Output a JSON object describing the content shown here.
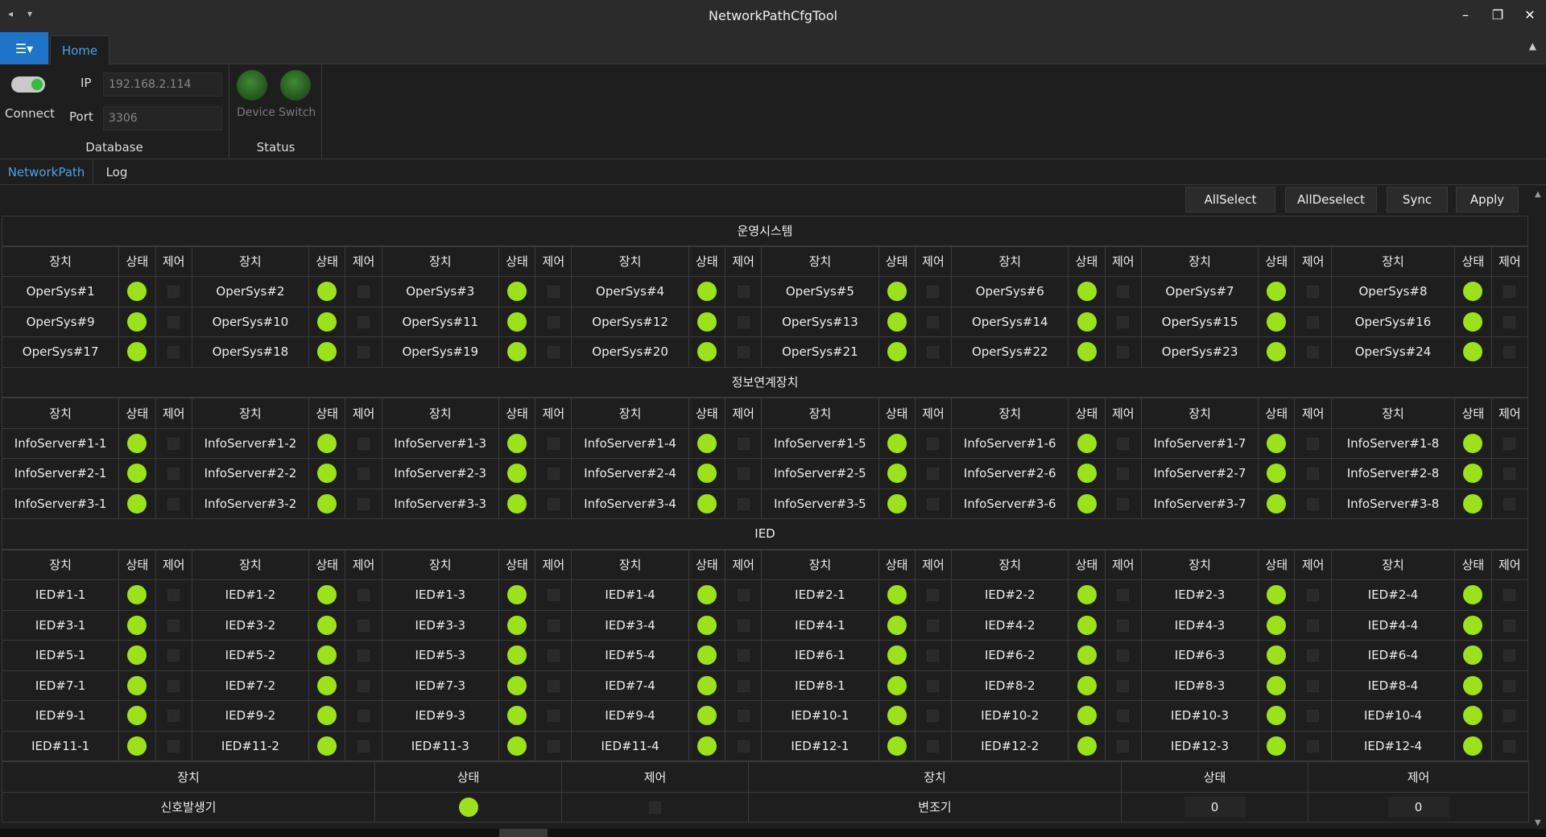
{
  "window": {
    "title": "NetworkPathCfgTool"
  },
  "ribbon": {
    "tab_home": "Home",
    "database": {
      "group_label": "Database",
      "connect_label": "Connect",
      "ip_label": "IP",
      "ip_value": "192.168.2.114",
      "port_label": "Port",
      "port_value": "3306"
    },
    "status": {
      "group_label": "Status",
      "device_label": "Device",
      "switch_label": "Switch"
    }
  },
  "content_tabs": {
    "network_path": "NetworkPath",
    "log": "Log"
  },
  "actions": {
    "all_select": "AllSelect",
    "all_deselect": "AllDeselect",
    "sync": "Sync",
    "apply": "Apply"
  },
  "headers": {
    "device": "장치",
    "status": "상태",
    "control": "제어"
  },
  "sections": [
    {
      "title": "운영시스템",
      "rows": [
        [
          "OperSys#1",
          "OperSys#2",
          "OperSys#3",
          "OperSys#4",
          "OperSys#5",
          "OperSys#6",
          "OperSys#7",
          "OperSys#8"
        ],
        [
          "OperSys#9",
          "OperSys#10",
          "OperSys#11",
          "OperSys#12",
          "OperSys#13",
          "OperSys#14",
          "OperSys#15",
          "OperSys#16"
        ],
        [
          "OperSys#17",
          "OperSys#18",
          "OperSys#19",
          "OperSys#20",
          "OperSys#21",
          "OperSys#22",
          "OperSys#23",
          "OperSys#24"
        ]
      ]
    },
    {
      "title": "정보연계장치",
      "rows": [
        [
          "InfoServer#1-1",
          "InfoServer#1-2",
          "InfoServer#1-3",
          "InfoServer#1-4",
          "InfoServer#1-5",
          "InfoServer#1-6",
          "InfoServer#1-7",
          "InfoServer#1-8"
        ],
        [
          "InfoServer#2-1",
          "InfoServer#2-2",
          "InfoServer#2-3",
          "InfoServer#2-4",
          "InfoServer#2-5",
          "InfoServer#2-6",
          "InfoServer#2-7",
          "InfoServer#2-8"
        ],
        [
          "InfoServer#3-1",
          "InfoServer#3-2",
          "InfoServer#3-3",
          "InfoServer#3-4",
          "InfoServer#3-5",
          "InfoServer#3-6",
          "InfoServer#3-7",
          "InfoServer#3-8"
        ]
      ]
    },
    {
      "title": "IED",
      "rows": [
        [
          "IED#1-1",
          "IED#1-2",
          "IED#1-3",
          "IED#1-4",
          "IED#2-1",
          "IED#2-2",
          "IED#2-3",
          "IED#2-4"
        ],
        [
          "IED#3-1",
          "IED#3-2",
          "IED#3-3",
          "IED#3-4",
          "IED#4-1",
          "IED#4-2",
          "IED#4-3",
          "IED#4-4"
        ],
        [
          "IED#5-1",
          "IED#5-2",
          "IED#5-3",
          "IED#5-4",
          "IED#6-1",
          "IED#6-2",
          "IED#6-3",
          "IED#6-4"
        ],
        [
          "IED#7-1",
          "IED#7-2",
          "IED#7-3",
          "IED#7-4",
          "IED#8-1",
          "IED#8-2",
          "IED#8-3",
          "IED#8-4"
        ],
        [
          "IED#9-1",
          "IED#9-2",
          "IED#9-3",
          "IED#9-4",
          "IED#10-1",
          "IED#10-2",
          "IED#10-3",
          "IED#10-4"
        ],
        [
          "IED#11-1",
          "IED#11-2",
          "IED#11-3",
          "IED#11-4",
          "IED#12-1",
          "IED#12-2",
          "IED#12-3",
          "IED#12-4"
        ]
      ]
    }
  ],
  "bottom": {
    "signal_generator": "신호발생기",
    "modulator": "변조기",
    "modulator_status_value": "0",
    "modulator_control_value": "0"
  },
  "colors": {
    "accent": "#1e74c8",
    "status_ok": "#9be21a",
    "led_off": "#2f6b28"
  }
}
